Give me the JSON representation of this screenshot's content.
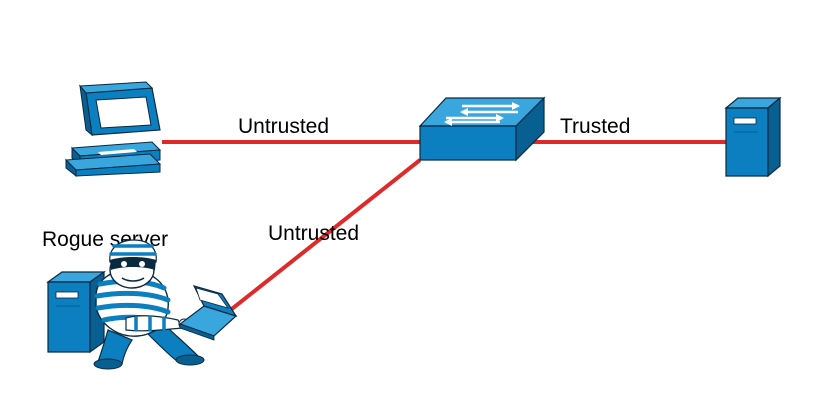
{
  "colors": {
    "device": "#0b7fbf",
    "device_dark": "#075f92",
    "device_light": "#3aa6de",
    "link": "#e02a2a",
    "outline": "#0a2a40"
  },
  "nodes": {
    "workstation": {
      "icon": "desktop-computer-icon"
    },
    "switch": {
      "icon": "network-switch-icon"
    },
    "trusted_server": {
      "icon": "tower-server-icon"
    },
    "rogue_server": {
      "icon": "tower-server-icon",
      "label": "Rogue server"
    },
    "attacker": {
      "icon": "burglar-with-laptop-icon"
    }
  },
  "links": {
    "workstation_to_switch": {
      "label": "Untrusted"
    },
    "switch_to_trusted_server": {
      "label": "Trusted"
    },
    "attacker_to_switch": {
      "label": "Untrusted"
    }
  }
}
